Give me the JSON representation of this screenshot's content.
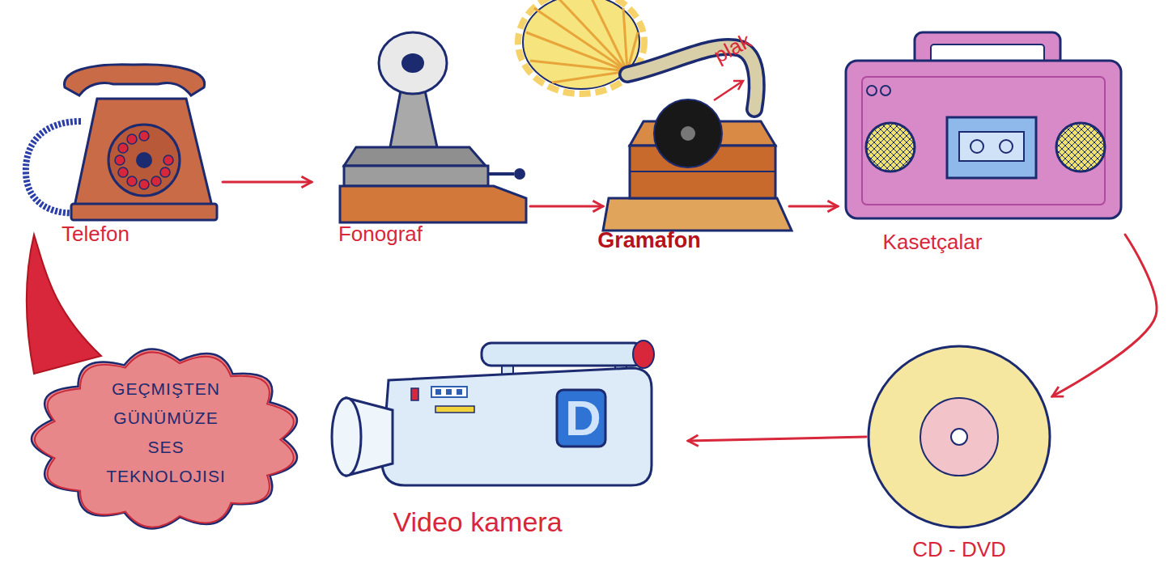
{
  "diagram": {
    "nodes": [
      {
        "text": [
          "Telefon"
        ]
      },
      {
        "text": [
          "Fonograf"
        ]
      },
      {
        "text": [
          "Gramafon"
        ]
      },
      {
        "text": [
          "Kasetçalar"
        ]
      },
      {
        "text": [
          "GEÇMIŞTEN GÜNÜMÜZE SES TEKNOLOJISI"
        ]
      },
      {
        "text": [
          "Video kamera"
        ]
      },
      {
        "text": [
          "CD - DVD"
        ]
      }
    ],
    "edges": [
      {
        "from": 0,
        "to": 1,
        "arrow": "to"
      },
      {
        "from": 1,
        "to": 2,
        "arrow": "to"
      },
      {
        "from": 2,
        "to": 3,
        "arrow": "to"
      },
      {
        "from": 3,
        "to": 6,
        "arrow": "to"
      },
      {
        "from": 6,
        "to": 5,
        "arrow": "to"
      }
    ],
    "labels": [
      "plak",
      "D"
    ]
  }
}
